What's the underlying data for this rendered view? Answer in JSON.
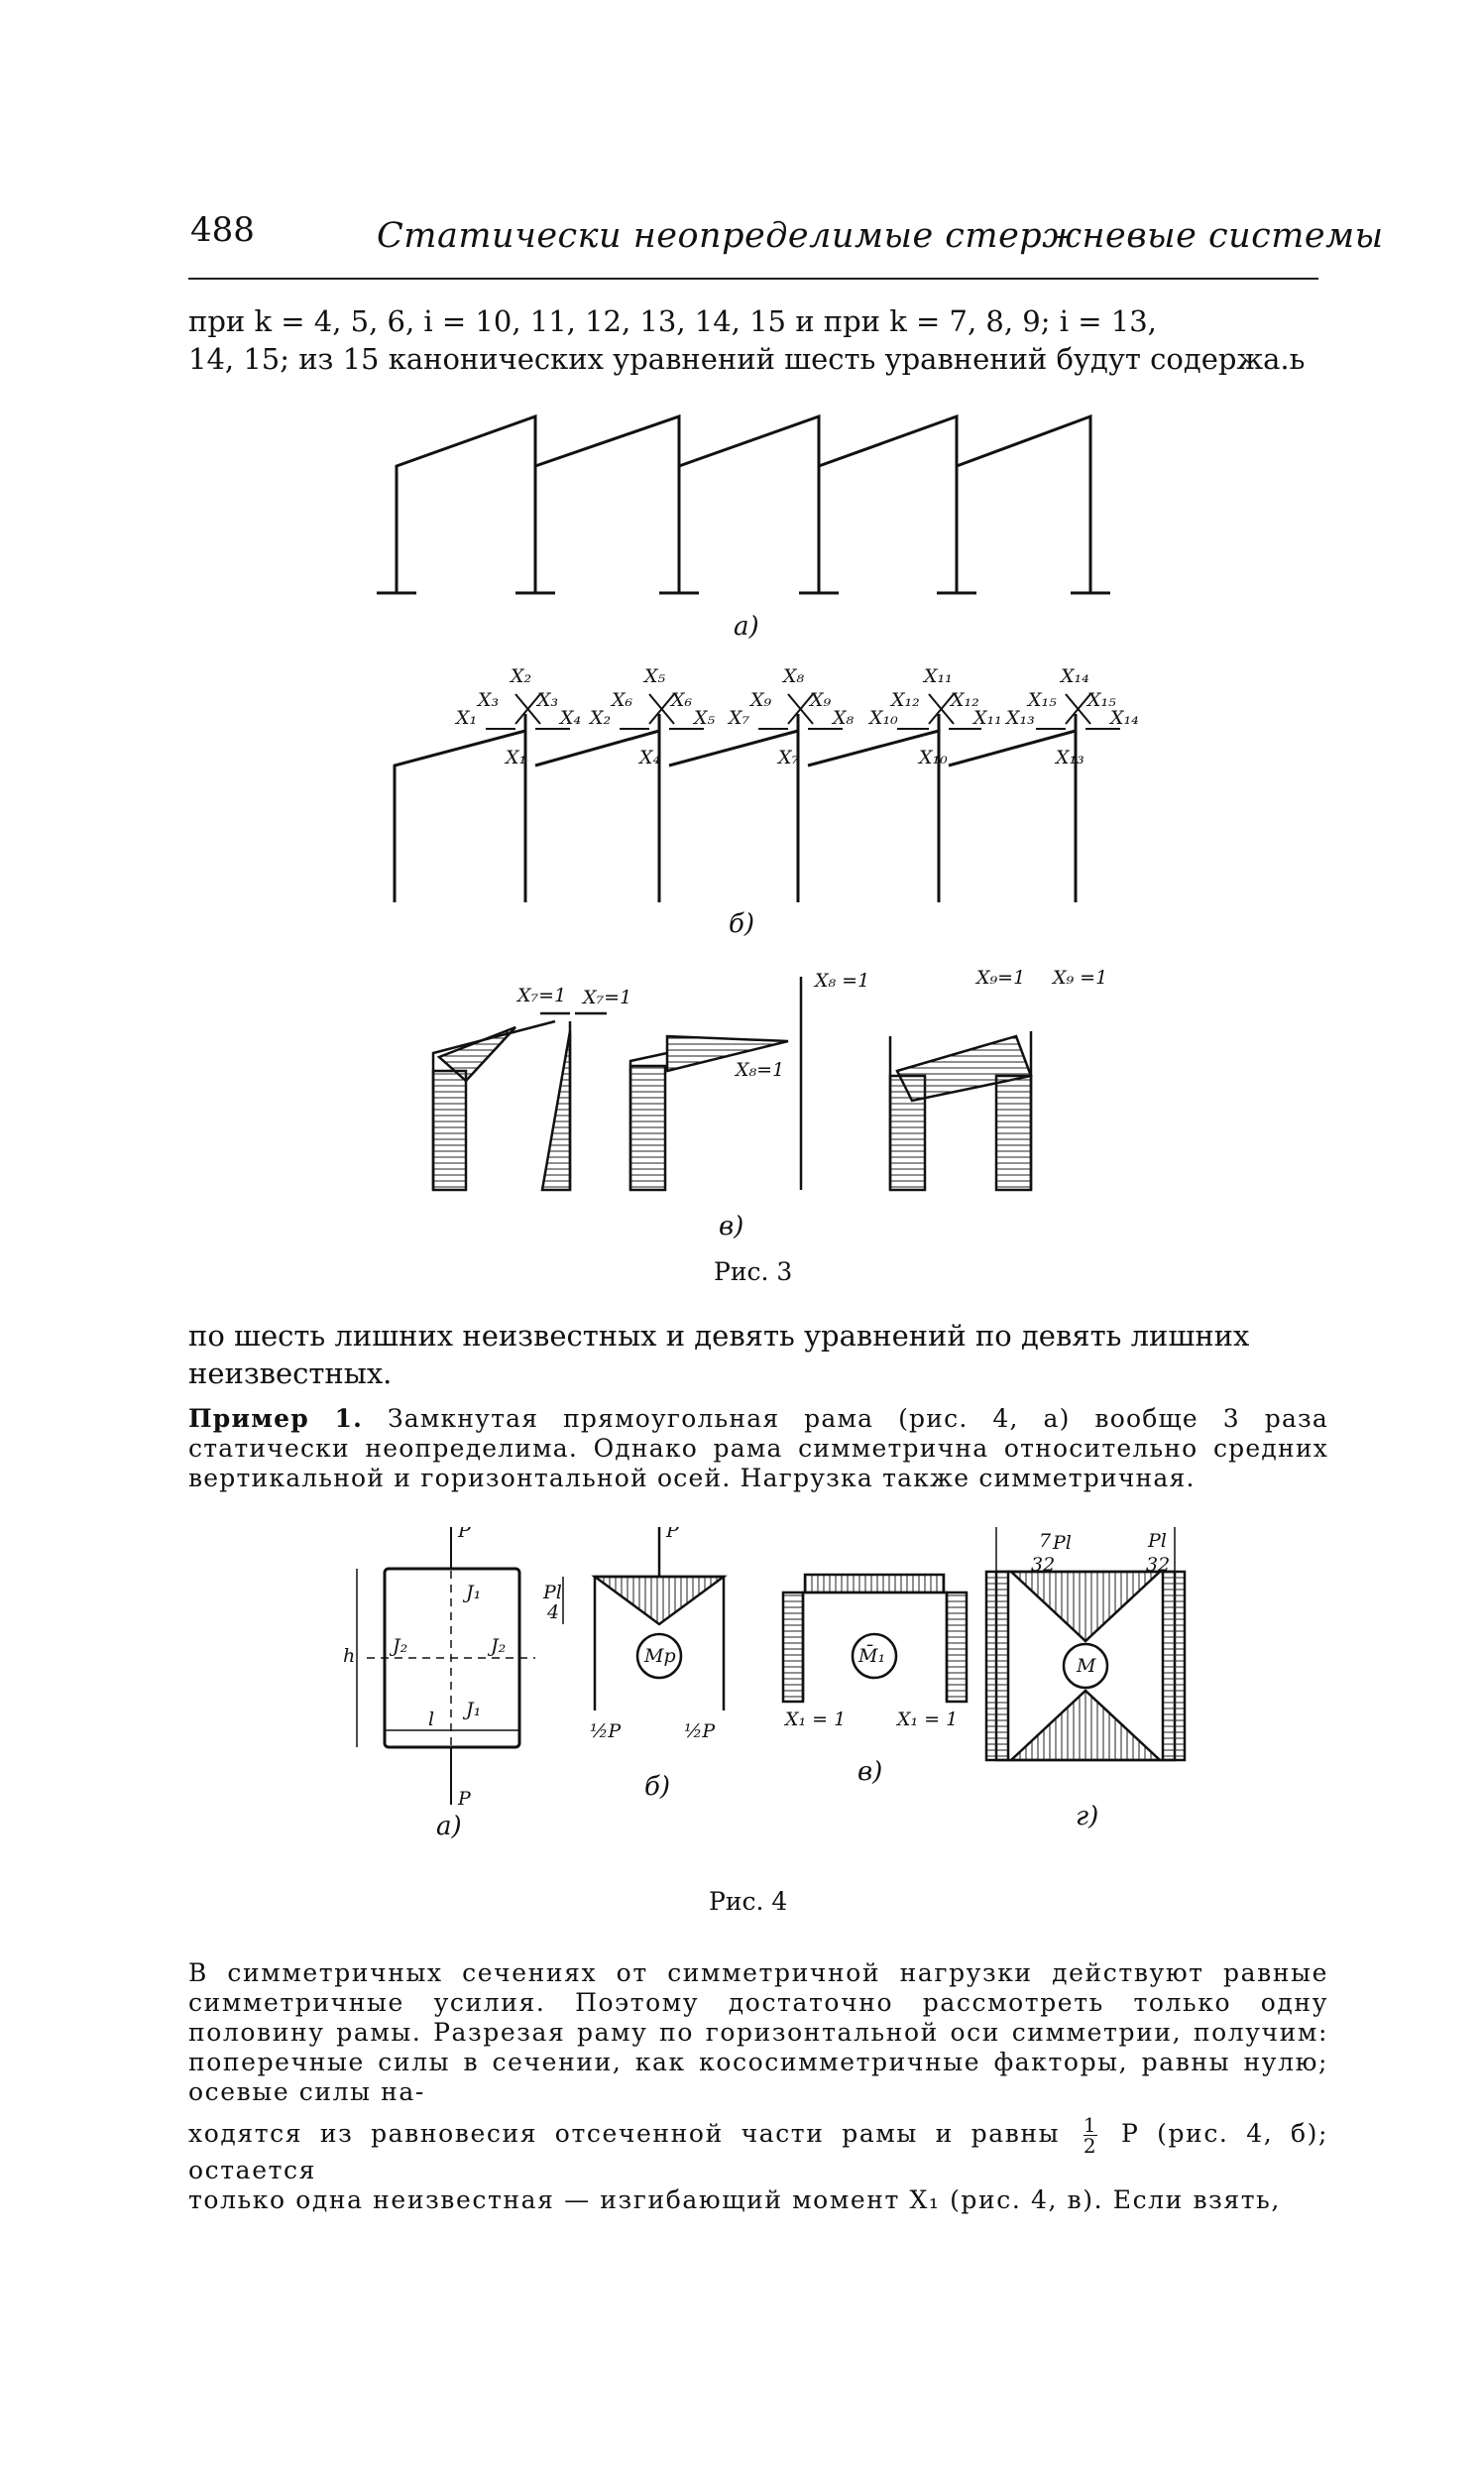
{
  "header": {
    "page_number": "488",
    "running_title": "Статически неопределимые стержневые системы"
  },
  "text": {
    "para1_line1": "при k = 4, 5, 6, i = 10, 11, 12, 13, 14, 15 и при k = 7, 8, 9; i = 13,",
    "para1_line2": "14, 15; из 15 канонических уравнений шесть уравнений будут содержа.ь",
    "para2_line1": "по шесть лишних неизвестных и девять уравнений по девять лишних",
    "para2_line2": "неизвестных.",
    "example_lead": "Пример 1.",
    "example_body": " Замкнутая прямоугольная рама (рис. 4, а) вообще 3 раза статически неопределима. Однако рама симметрична относительно средних вертикальной и горизонтальной осей. Нагрузка также симметричная.",
    "para3_a": "В симметричных сечениях от симметричной нагрузки действуют равные симметричные усилия. Поэтому достаточно рассмотреть только одну половину рамы. Разрезая раму по горизонтальной оси симметрии, получим: поперечные силы в сечении, как кососимметричные факторы, равны нулю; осевые силы на-",
    "para3_b1": "ходятся из равновесия отсеченной части рамы и равны",
    "para3_frac_num": "1",
    "para3_frac_den": "2",
    "para3_b2": "P (рис. 4, б); остается",
    "para3_c": "только одна неизвестная — изгибающий момент X₁ (рис. 4, в). Если взять,"
  },
  "figure3": {
    "sub_a": "а)",
    "sub_b": "б)",
    "sub_c": "в)",
    "caption": "Рис. 3",
    "labels_b": [
      "X₁",
      "X₂",
      "X₃",
      "X₃",
      "X₄",
      "X₁",
      "X₂",
      "X₅",
      "X₆",
      "X₆",
      "X₅",
      "X₄",
      "X₇",
      "X₈",
      "X₉",
      "X₉",
      "X₈",
      "X₇",
      "X₁₀",
      "X₁₁",
      "X₁₂",
      "X₁₂",
      "X₁₁",
      "X₁₀",
      "X₁₃",
      "X₁₄",
      "X₁₅",
      "X₁₅",
      "X₁₄",
      "X₁₃"
    ],
    "labels_c": {
      "x7a": "X₇=1",
      "x7b": "X₇=1",
      "x8top": "X₈ =1",
      "x8mid": "X₈=1",
      "x9a": "X₉=1",
      "x9b": "X₉ =1"
    }
  },
  "figure4": {
    "caption": "Рис. 4",
    "sub_a": "а)",
    "sub_b": "б)",
    "sub_c": "в)",
    "sub_d": "г)",
    "P_top": "P",
    "P_bottom": "P",
    "J1_top": "J₁",
    "J1_bottom": "J₁",
    "J2_left": "J₂",
    "J2_right": "J₂",
    "h": "h",
    "l": "l",
    "P_b": "P",
    "Pl4_num": "Pl",
    "Pl4_den": "4",
    "Mp": "Mp",
    "half_left": "½P",
    "half_right": "½P",
    "M1": "M̄₁",
    "X1_left": "X₁ = 1",
    "X1_right": "X₁ = 1",
    "d_left_num": "7",
    "d_left_pl": "Pl",
    "d_left_den": "32",
    "d_right_num": "Pl",
    "d_right_den": "32",
    "M": "M"
  }
}
